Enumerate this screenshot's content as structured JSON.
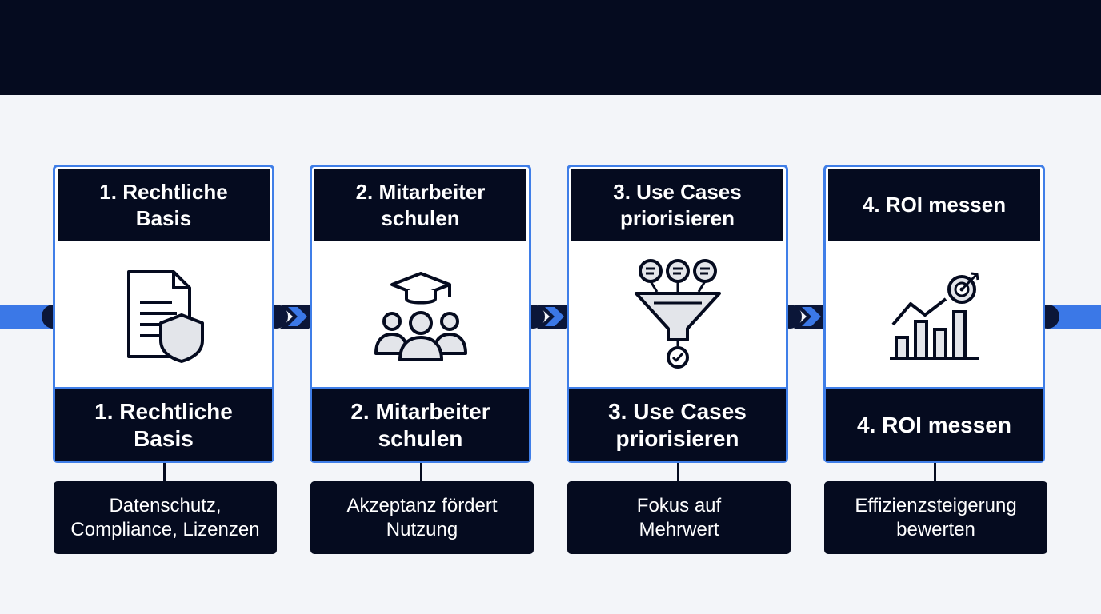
{
  "colors": {
    "navy": "#050b1f",
    "accent_blue": "#3f7ee8",
    "background": "#f3f5f9",
    "icon_fill": "#e3e5ea"
  },
  "steps": [
    {
      "title": "1. Rechtliche\nBasis",
      "label": "1. Rechtliche\nBasis",
      "description": "Datenschutz,\nCompliance, Lizenzen",
      "icon": "document-shield-icon"
    },
    {
      "title": "2. Mitarbeiter\nschulen",
      "label": "2. Mitarbeiter\nschulen",
      "description": "Akzeptanz fördert\nNutzung",
      "icon": "graduation-team-icon"
    },
    {
      "title": "3. Use Cases\npriorisieren",
      "label": "3. Use Cases\npriorisieren",
      "description": "Fokus auf\nMehrwert",
      "icon": "funnel-check-icon"
    },
    {
      "title": "4. ROI messen",
      "label": "4. ROI messen",
      "description": "Effizienzsteigerung\nbewerten",
      "icon": "growth-chart-target-icon"
    }
  ]
}
